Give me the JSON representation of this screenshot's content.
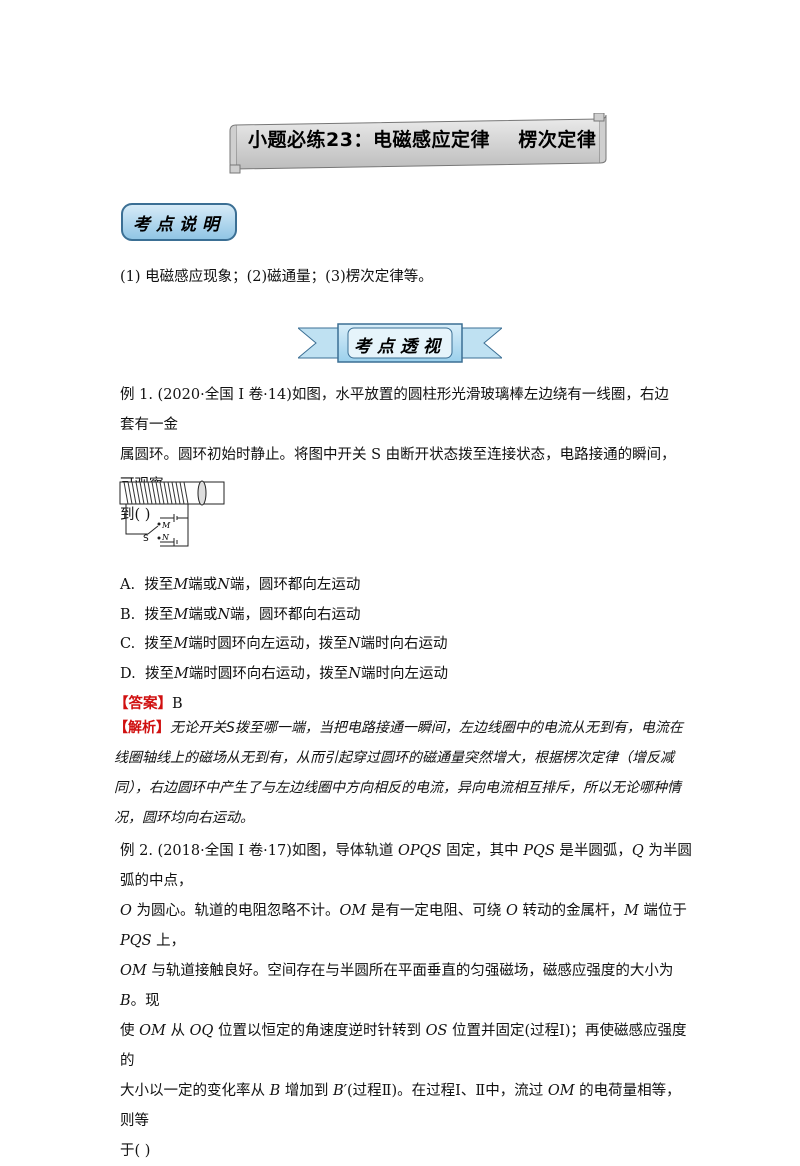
{
  "title": "小题必练23：电磁感应定律    楞次定律",
  "badge1": "考点说明",
  "intro": "(1) 电磁感应现象；(2)磁通量；(3)楞次定律等。",
  "badge2": "考点透视",
  "ex1": {
    "line1": "例 1. (2020·全国 I 卷·14)如图，水平放置的圆柱形光滑玻璃棒左边绕有一线圈，右边套有一金",
    "line2": "属圆环。圆环初始时静止。将图中开关 S 由断开状态拨至连接状态，电路接通的瞬间，可观察",
    "line3": "到(     )",
    "figure": {
      "label_s": "S",
      "label_m": "M",
      "label_n": "N"
    },
    "options": [
      {
        "letter": "A.",
        "p1": "拨至",
        "m1": "M",
        "p2": "端或",
        "m2": "N",
        "p3": "端，圆环都向左运动"
      },
      {
        "letter": "B.",
        "p1": "拨至",
        "m1": "M",
        "p2": "端或",
        "m2": "N",
        "p3": "端，圆环都向右运动"
      },
      {
        "letter": "C.",
        "p1": "拨至",
        "m1": "M",
        "p2": "端时圆环向左运动，拨至",
        "m2": "N",
        "p3": "端时向右运动"
      },
      {
        "letter": "D.",
        "p1": "拨至",
        "m1": "M",
        "p2": "端时圆环向右运动，拨至",
        "m2": "N",
        "p3": "端时向左运动"
      }
    ],
    "answer_tag": "【答案】",
    "answer": "B",
    "analysis_tag": "【解析】",
    "analysis": [
      "无论开关S拨至哪一端，当把电路接通一瞬间，左边线圈中的电流从无到有，电流在",
      "线圈轴线上的磁场从无到有，从而引起穿过圆环的磁通量突然增大，根据楞次定律（增反减",
      "同），右边圆环中产生了与左边线圈中方向相反的电流，异向电流相互排斥，所以无论哪种情",
      "况，圆环均向右运动。"
    ]
  },
  "ex2": {
    "l1a": "例 2. (2018·全国 I 卷·17)如图，导体轨道 ",
    "l1b": "OPQS",
    "l1c": " 固定，其中 ",
    "l1d": "PQS",
    "l1e": " 是半圆弧，",
    "l1f": "Q",
    "l1g": " 为半圆弧的中点，",
    "l2a": "O",
    "l2b": " 为圆心。轨道的电阻忽略不计。",
    "l2c": "OM",
    "l2d": " 是有一定电阻、可绕 ",
    "l2e": "O",
    "l2f": " 转动的金属杆，",
    "l2g": "M",
    "l2h": " 端位于 ",
    "l2i": "PQS",
    "l2j": " 上，",
    "l3a": "OM",
    "l3b": " 与轨道接触良好。空间存在与半圆所在平面垂直的匀强磁场，磁感应强度的大小为 ",
    "l3c": "B",
    "l3d": "。现",
    "l4a": "使 ",
    "l4b": "OM",
    "l4c": " 从 ",
    "l4d": "OQ",
    "l4e": " 位置以恒定的角速度逆时针转到 ",
    "l4f": "OS",
    "l4g": " 位置并固定(过程Ⅰ)；再使磁感应强度的",
    "l5a": "大小以一定的变化率从 ",
    "l5b": "B",
    "l5c": " 增加到 ",
    "l5d": "B′",
    "l5e": "(过程Ⅱ)。在过程Ⅰ、Ⅱ中，流过 ",
    "l5f": "OM",
    "l5g": " 的电荷量相等，则等",
    "l6": "于(     )"
  }
}
